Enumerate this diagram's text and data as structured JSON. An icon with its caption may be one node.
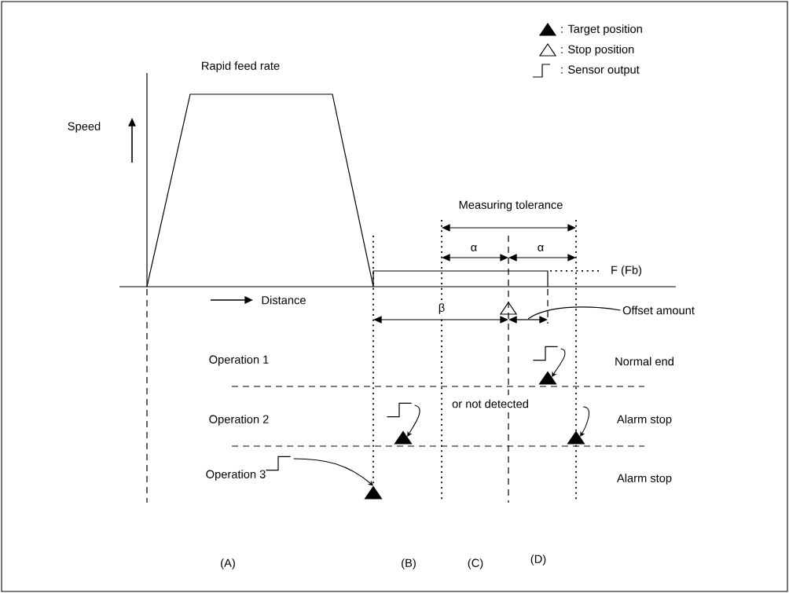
{
  "diagram": {
    "nodes": [
      {
        "text": [
          "Offset amount"
        ]
      },
      {
        "text": [],
        "shape": "step"
      },
      {
        "text": [],
        "shape": "triangle"
      },
      {
        "text": [],
        "shape": "step"
      },
      {
        "text": [],
        "shape": "triangle"
      },
      {
        "text": [],
        "shape": "triangle"
      },
      {
        "text": [],
        "shape": "step"
      },
      {
        "text": [],
        "shape": "triangle"
      }
    ],
    "edges": [
      {
        "from": 0,
        "to": null,
        "arrow": "none"
      },
      {
        "from": 1,
        "to": 2,
        "arrow": "to"
      },
      {
        "from": 3,
        "to": 4,
        "arrow": "to"
      },
      {
        "from": null,
        "to": 5,
        "arrow": "to"
      },
      {
        "from": 6,
        "to": 7,
        "arrow": "to"
      }
    ],
    "labels": [
      "Speed",
      "Rapid feed rate",
      "Measuring tolerance",
      "α",
      "α",
      "F (Fb)",
      "Distance",
      "β",
      "Operation 1",
      "Normal end",
      "or not detected",
      "Operation 2",
      "Alarm stop",
      "Operation 3",
      "Alarm stop",
      "(A)",
      "(B)",
      "(C)",
      "(D)"
    ],
    "legend": [
      {
        "text": ": Target position"
      },
      {
        "text": ": Stop position"
      },
      {
        "text": ": Sensor output"
      }
    ]
  }
}
